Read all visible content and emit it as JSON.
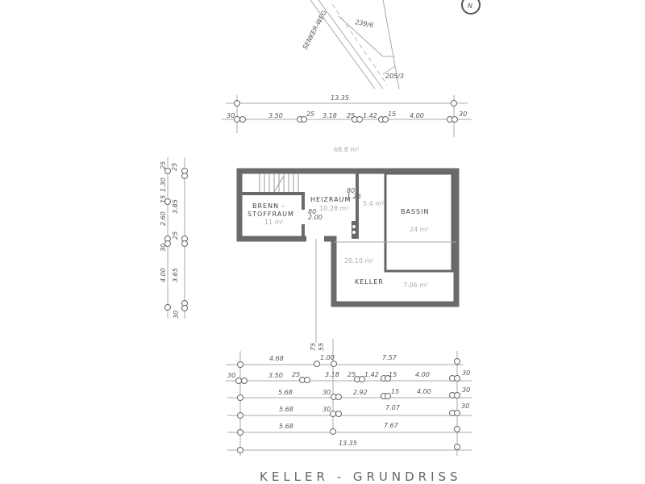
{
  "title": "KELLER - GRUNDRISS",
  "site": {
    "road_label": "SENKER-WEG",
    "parcel_1": "239/6",
    "parcel_2": "205/3",
    "north_label": "N"
  },
  "top_dims": {
    "total": "13.35",
    "segments": [
      "30",
      "3.50",
      "25",
      "3.18",
      "25",
      "1.42",
      "15",
      "4.00",
      "30"
    ],
    "area": "68.8 m²"
  },
  "rooms": {
    "brennstoff": {
      "line1": "BRENN -",
      "line2": "STOFFRAUM",
      "area": "11 m²",
      "door": "80",
      "door_h": "2.00"
    },
    "heizraum": {
      "name": "HEIZRAUM",
      "area": "10.28 m²",
      "door": "80",
      "door_h": "1.25"
    },
    "vorraum": {
      "area": "5.4 m²"
    },
    "flur": {
      "area": "20.10 m²"
    },
    "bassin": {
      "name": "BASSIN",
      "area": "24 m²"
    },
    "keller": {
      "name": "KELLER",
      "area": "7.06 m²"
    }
  },
  "left_dims": {
    "outer": [
      "25",
      "3.85",
      "25",
      "3.65",
      "30"
    ],
    "inner": [
      "25",
      "1.30",
      "15",
      "2.60",
      "30",
      "4.00"
    ]
  },
  "bottom_dims": {
    "stair": [
      "75",
      "55"
    ],
    "row1": [
      "4.68",
      "1.00",
      "7.57"
    ],
    "row2": [
      "30",
      "3.50",
      "25",
      "3.18",
      "25",
      "1.42",
      "15",
      "4.00",
      "30"
    ],
    "row3": [
      "5.68",
      "30",
      "2.92",
      "15",
      "4.00",
      "30"
    ],
    "row4": [
      "5.68",
      "30",
      "7.07",
      "30"
    ],
    "row5": [
      "5.68",
      "7.67"
    ],
    "total": "13.35"
  }
}
